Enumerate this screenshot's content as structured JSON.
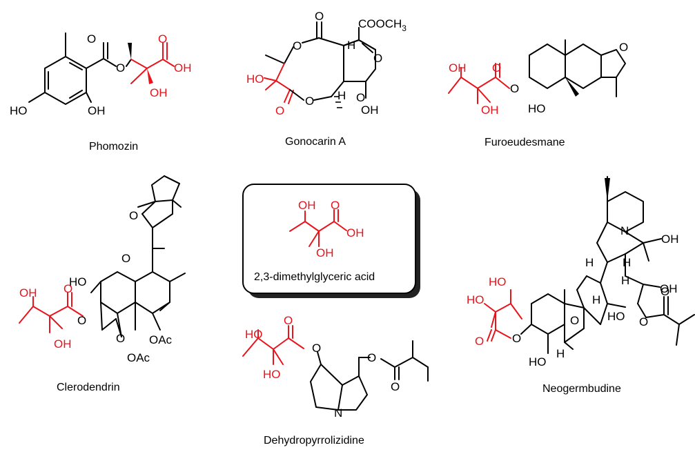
{
  "compounds": {
    "phomozin": "Phomozin",
    "gonocarin_a": "Gonocarin A",
    "furoeudesmane": "Furoeudesmane",
    "clerodendrin": "Clerodendrin",
    "dehydropyrrolizidine": "Dehydropyrrolizidine",
    "neogermbudine": "Neogermbudine"
  },
  "center_box": {
    "label": "2,3-dimethylglyceric acid"
  },
  "atoms": {
    "O": "O",
    "OH": "OH",
    "HO": "HO",
    "H": "H",
    "N": "N",
    "OAc": "OAc",
    "COOCH": "COOCH",
    "sub3": "3"
  },
  "colors": {
    "highlight": "#e8131b",
    "structure": "#000000"
  }
}
